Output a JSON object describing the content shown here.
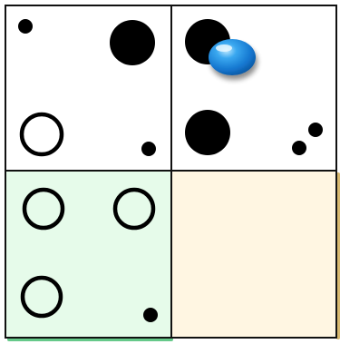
{
  "colors": {
    "page_background": "#ffffff",
    "cell_white": "#ffffff",
    "cell_green": "#e6fbea",
    "cell_cream": "#fff6e2",
    "grid_line": "#111111",
    "green_edge": "#66c98a",
    "cream_edge": "#d8b96f",
    "piece_black": "#000000",
    "piece_outline": "#000000",
    "marker_blue": "#1e8fe0"
  },
  "grid": {
    "rows": 2,
    "cols": 2
  },
  "cells": [
    {
      "id": "cell-top-left",
      "fill": "white",
      "pieces": [
        {
          "kind": "small-black-dot",
          "anchor": "top-left"
        },
        {
          "kind": "large-black-disc",
          "anchor": "top-right"
        },
        {
          "kind": "hollow-ring",
          "anchor": "bottom-left"
        },
        {
          "kind": "small-black-dot",
          "anchor": "bottom-right"
        }
      ]
    },
    {
      "id": "cell-top-right",
      "fill": "white",
      "pieces": [
        {
          "kind": "large-black-disc",
          "anchor": "top-left"
        },
        {
          "kind": "large-black-disc",
          "anchor": "bottom-left"
        },
        {
          "kind": "small-black-dot",
          "anchor": "bottom-right"
        },
        {
          "kind": "small-black-dot",
          "anchor": "bottom-right-upper"
        }
      ]
    },
    {
      "id": "cell-bottom-left",
      "fill": "green",
      "pieces": [
        {
          "kind": "hollow-ring",
          "anchor": "top-left"
        },
        {
          "kind": "hollow-ring",
          "anchor": "top-right"
        },
        {
          "kind": "hollow-ring",
          "anchor": "bottom-left"
        },
        {
          "kind": "small-black-dot",
          "anchor": "bottom-right"
        }
      ]
    },
    {
      "id": "cell-bottom-right",
      "fill": "cream",
      "pieces": []
    }
  ],
  "marker": {
    "kind": "glossy-blue-pebble",
    "cell": "cell-top-right",
    "anchor": "top-left"
  }
}
